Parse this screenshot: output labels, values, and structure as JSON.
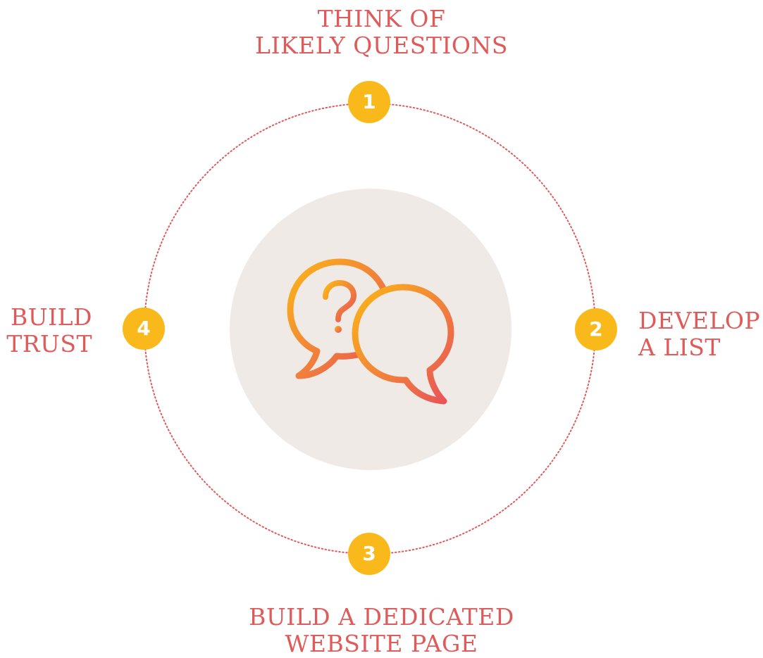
{
  "steps": [
    {
      "number": "1",
      "line1": "THINK OF",
      "line2": "LIKELY QUESTIONS"
    },
    {
      "number": "2",
      "line1": "DEVELOP",
      "line2": "A LIST"
    },
    {
      "number": "3",
      "line1": "BUILD A DEDICATED",
      "line2": "WEBSITE PAGE"
    },
    {
      "number": "4",
      "line1": "BUILD",
      "line2": "TRUST"
    }
  ],
  "colors": {
    "label_text": "#e05a5a",
    "badge_fill": "#f9b91a",
    "center_disc": "#efeae6",
    "ring_dots": "#e05a5a",
    "icon_gradient_start": "#fbb616",
    "icon_gradient_end": "#e8525b"
  },
  "center_icon": "chat-question-bubbles-icon"
}
